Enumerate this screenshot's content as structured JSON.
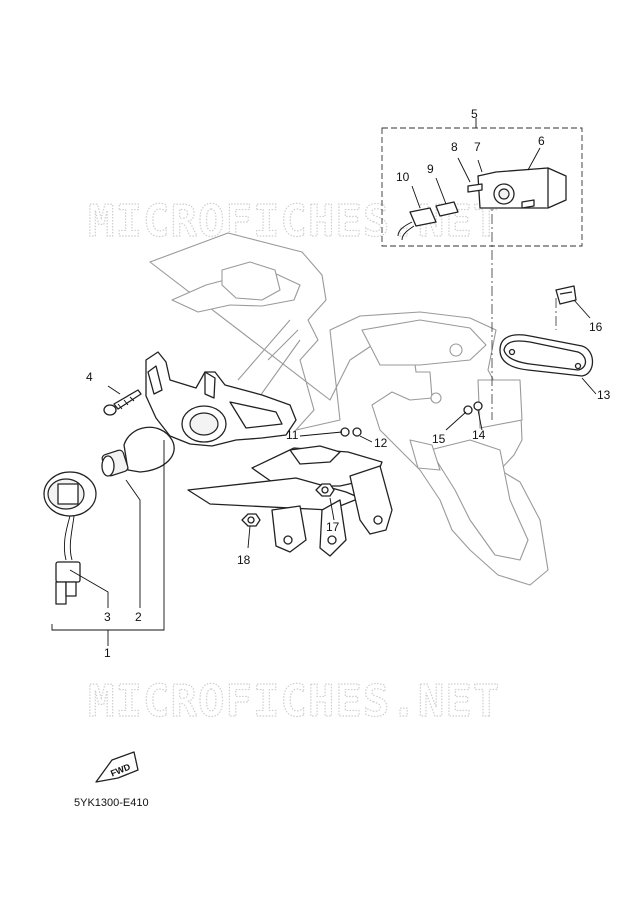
{
  "drawing_code": "5YK1300-E410",
  "watermark_text": "MICROFICHES.NET",
  "fwd_label": "FWD",
  "callouts": [
    "1",
    "2",
    "3",
    "4",
    "5",
    "6",
    "7",
    "8",
    "9",
    "10",
    "11",
    "12",
    "13",
    "14",
    "15",
    "16",
    "17",
    "18"
  ]
}
